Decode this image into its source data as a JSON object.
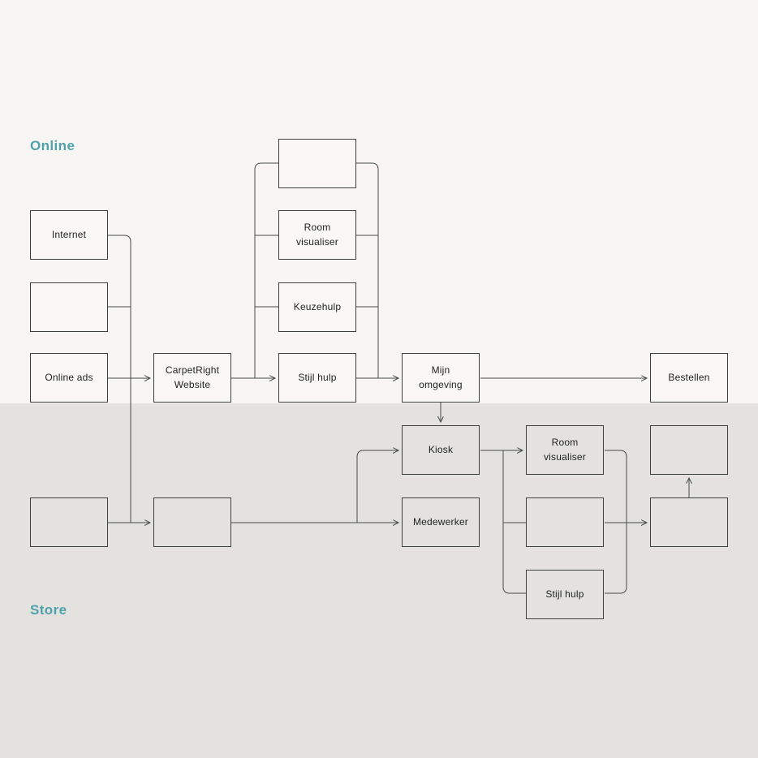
{
  "sections": {
    "online": {
      "label": "Online"
    },
    "store": {
      "label": "Store"
    }
  },
  "colors": {
    "accent_teal": "#4fa2ab",
    "online_background": "#f7f6f3",
    "store_background": "#e3e2df",
    "node_border": "#3b423d",
    "connector": "#454c47"
  },
  "nodes": {
    "internet": {
      "label": "Internet",
      "section": "online"
    },
    "blank_online_left": {
      "label": "",
      "section": "online"
    },
    "online_ads": {
      "label": "Online ads",
      "section": "online"
    },
    "carpetright_website": {
      "label": "CarpetRight\nWebsite",
      "section": "online"
    },
    "blank_online_top": {
      "label": "",
      "section": "online"
    },
    "room_visualiser_online": {
      "label": "Room\nvisualiser",
      "section": "online"
    },
    "keuzehulp": {
      "label": "Keuzehulp",
      "section": "online"
    },
    "stijl_hulp_online": {
      "label": "Stijl hulp",
      "section": "online"
    },
    "mijn_omgeving": {
      "label": "Mijn\nomgeving",
      "section": "online"
    },
    "bestellen": {
      "label": "Bestellen",
      "section": "online"
    },
    "blank_store_left1": {
      "label": "",
      "section": "store"
    },
    "blank_store_left2": {
      "label": "",
      "section": "store"
    },
    "kiosk": {
      "label": "Kiosk",
      "section": "store"
    },
    "medewerker": {
      "label": "Medewerker",
      "section": "store"
    },
    "room_visualiser_store": {
      "label": "Room\nvisualiser",
      "section": "store"
    },
    "blank_store_mid": {
      "label": "",
      "section": "store"
    },
    "stijl_hulp_store": {
      "label": "Stijl hulp",
      "section": "store"
    },
    "blank_store_right1": {
      "label": "",
      "section": "store"
    },
    "blank_store_right2": {
      "label": "",
      "section": "store"
    }
  },
  "edges": [
    {
      "from": "internet",
      "to": "blank_store_left2",
      "style": "line"
    },
    {
      "from": "blank_online_left",
      "to": "internet_rail",
      "style": "line"
    },
    {
      "from": "online_ads",
      "to": "carpetright_website",
      "style": "arrow"
    },
    {
      "from": "carpetright_website",
      "to": "stijl_hulp_online",
      "style": "arrow"
    },
    {
      "from": "blank_online_top",
      "to": "online_side_rails",
      "style": "line"
    },
    {
      "from": "room_visualiser_online",
      "to": "online_side_rails",
      "style": "line"
    },
    {
      "from": "keuzehulp",
      "to": "online_side_rails",
      "style": "line"
    },
    {
      "from": "stijl_hulp_online",
      "to": "mijn_omgeving",
      "style": "arrow"
    },
    {
      "from": "mijn_omgeving",
      "to": "bestellen",
      "style": "arrow"
    },
    {
      "from": "mijn_omgeving",
      "to": "kiosk",
      "style": "arrow"
    },
    {
      "from": "blank_store_left1",
      "to": "blank_store_left2",
      "style": "arrow"
    },
    {
      "from": "blank_store_left2",
      "to": "medewerker",
      "style": "arrow"
    },
    {
      "from": "blank_store_left2",
      "to": "kiosk",
      "style": "arrow"
    },
    {
      "from": "kiosk",
      "to": "room_visualiser_store",
      "style": "arrow"
    },
    {
      "from": "kiosk_rail",
      "to": "blank_store_mid",
      "style": "line"
    },
    {
      "from": "kiosk_rail",
      "to": "stijl_hulp_store",
      "style": "line"
    },
    {
      "from": "room_visualiser_store",
      "to": "stijl_hulp_store",
      "style": "line"
    },
    {
      "from": "blank_store_mid",
      "to": "blank_store_right2",
      "style": "arrow"
    },
    {
      "from": "blank_store_right2",
      "to": "blank_store_right1",
      "style": "arrow"
    }
  ]
}
